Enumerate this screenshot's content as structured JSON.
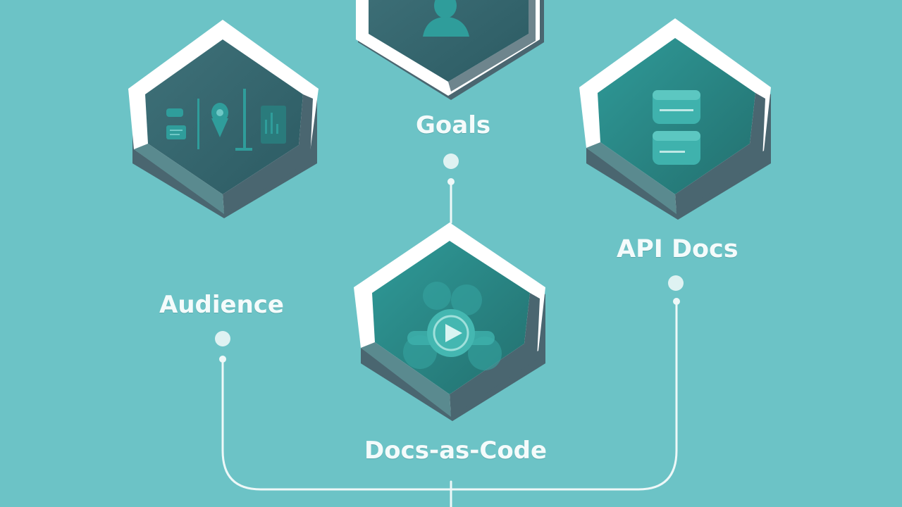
{
  "nodes": {
    "goals": {
      "label": "Goals",
      "icon": "person-icon"
    },
    "audience": {
      "label": "Audience",
      "icon": "dashboard-icon"
    },
    "api_docs": {
      "label": "API Docs",
      "icon": "database-icon"
    },
    "docs_as_code": {
      "label": "Docs-as-Code",
      "icon": "play-icon"
    }
  },
  "colors": {
    "background": "#6cc3c6",
    "hex_frame": "#ffffff",
    "hex_fill_dark": "#3c6e74",
    "hex_fill_teal": "#2f8f8e",
    "hex_side_shadow": "#4a6670",
    "connector": "#eef8f8",
    "node_dot": "#dff2f2"
  }
}
